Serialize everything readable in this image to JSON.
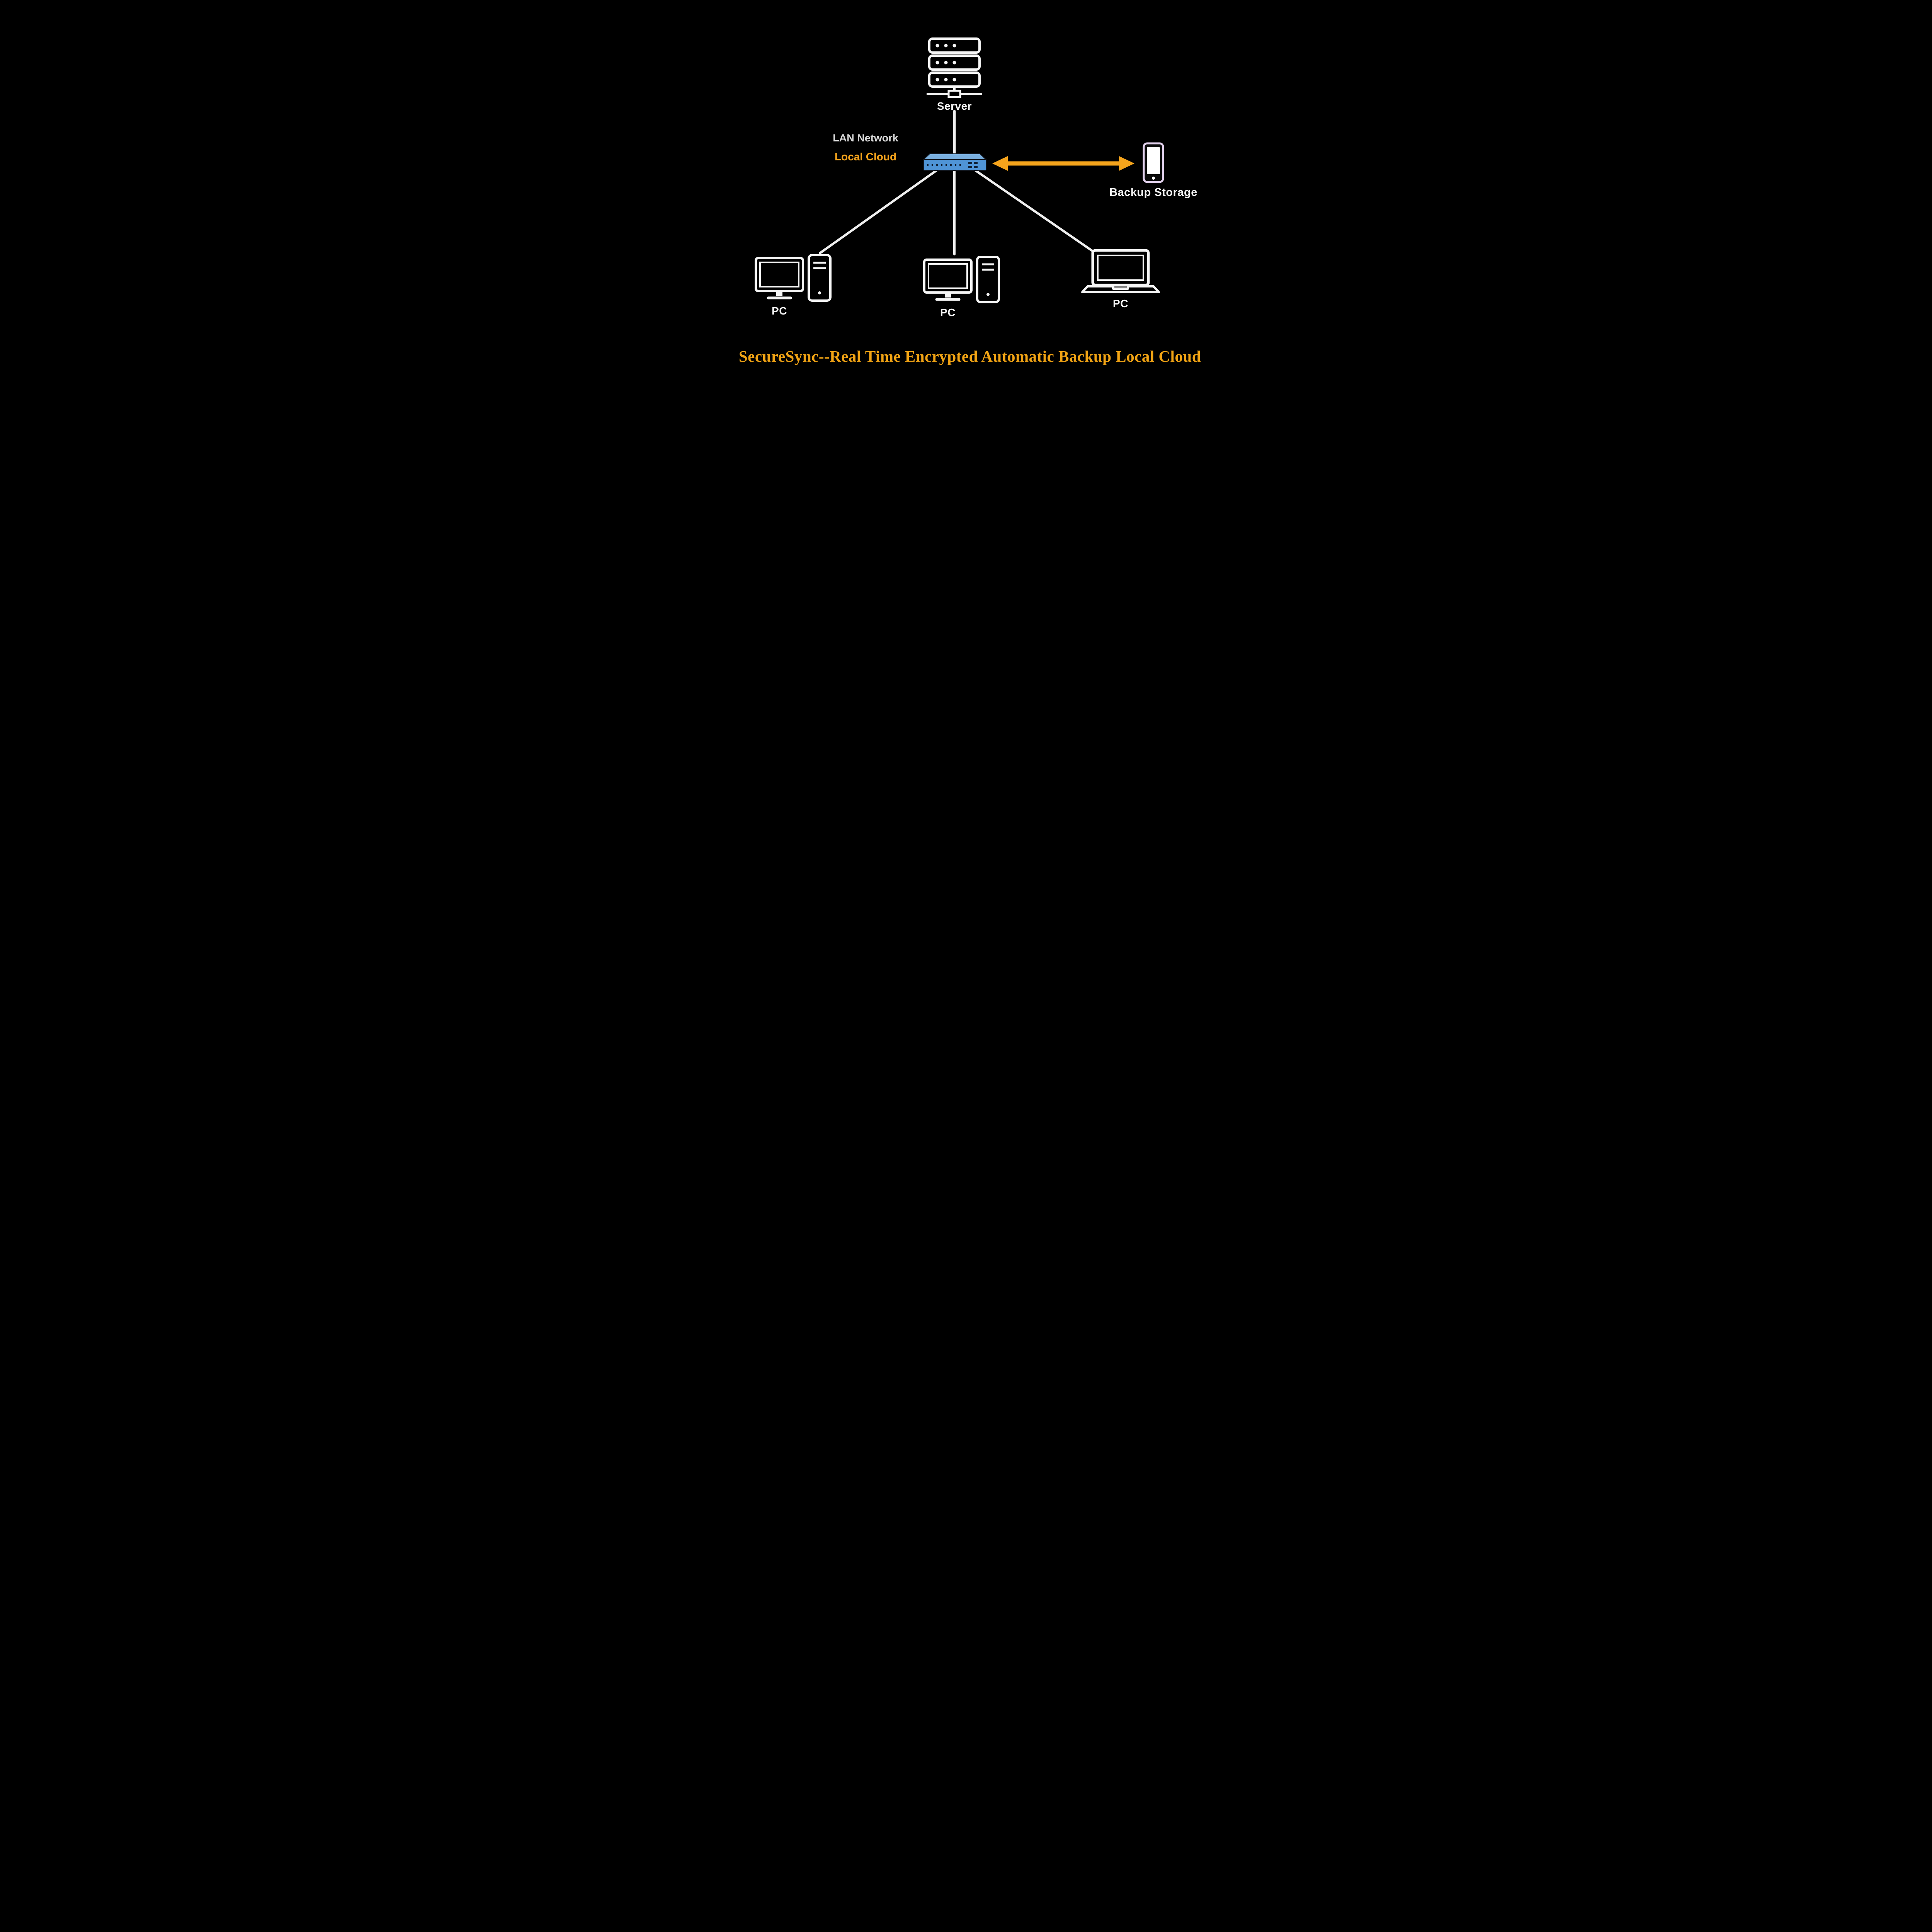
{
  "title": {
    "text": "SecureSync--Real Time Encrypted Automatic Backup Local Cloud"
  },
  "nodes": {
    "server": {
      "label": "Server",
      "icon": "server-rack-icon"
    },
    "switch": {
      "icon": "network-switch-icon",
      "label_line1": "LAN Network",
      "label_line2": "Local Cloud"
    },
    "backup_storage": {
      "label": "Backup Storage",
      "icon": "external-drive-icon"
    },
    "pc_left": {
      "label": "PC",
      "icon": "desktop-pc-icon"
    },
    "pc_center": {
      "label": "PC",
      "icon": "desktop-pc-icon"
    },
    "pc_right": {
      "label": "PC",
      "icon": "laptop-icon"
    }
  },
  "connections": {
    "server_to_switch": "Server - LAN switch",
    "switch_to_pc_left": "LAN switch - PC (left)",
    "switch_to_pc_center": "LAN switch - PC (center)",
    "switch_to_pc_right": "LAN switch - PC (right)",
    "switch_to_backup": "LAN switch - Backup Storage (bidirectional sync)"
  },
  "colors": {
    "background": "#000000",
    "connection_line": "#f0f0f0",
    "accent_orange": "#f5a41c",
    "switch_blue_front": "#4f94d6",
    "switch_blue_top": "#7ab0e0",
    "label_primary": "#f5f5f5",
    "label_secondary": "#d9d9d9",
    "title_orange": "#f2a414"
  }
}
